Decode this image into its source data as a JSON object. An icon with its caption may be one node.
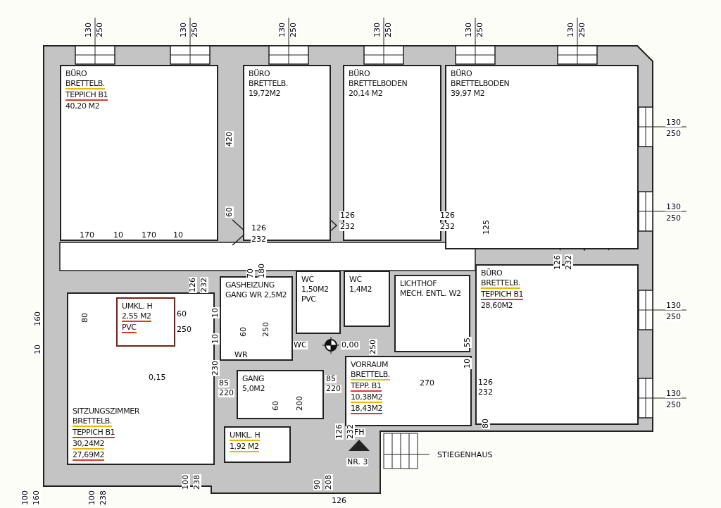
{
  "diagram": {
    "nodes": [
      {
        "text": [
          "BÜRO",
          "BRETTELB.",
          "TEPPICH B1",
          "40,20 M2"
        ]
      },
      {
        "text": [
          "BÜRO",
          "BRETTELB.",
          "19,72M2"
        ]
      },
      {
        "text": [
          "BÜRO",
          "BRETTELBODEN",
          "20,14 M2"
        ]
      },
      {
        "text": [
          "BÜRO",
          "BRETTELBODEN",
          "39,97 M2"
        ]
      },
      {
        "text": [
          "SITZUNGSZIMMER",
          "BRETTELB.",
          "TEPPICH B1",
          "30,24M2",
          "27,69M2"
        ]
      },
      {
        "text": [
          "UMKL. H",
          "2,55 M2",
          "PVC"
        ],
        "in": 4
      },
      {
        "text": [
          "GASHEIZUNG",
          "GANG WR 2,5M2"
        ]
      },
      {
        "text": [
          "WC",
          "1,50M2",
          "PVC"
        ]
      },
      {
        "text": [
          "WC",
          "1,4M2"
        ]
      },
      {
        "text": [
          "LICHTHOF",
          "MECH. ENTL. W2"
        ]
      },
      {
        "text": [
          "GANG",
          "5,0M2"
        ]
      },
      {
        "text": [
          "VORRAUM",
          "BRETTELB.",
          "TEPP. B1",
          "10,38M2",
          "18,43M2"
        ]
      },
      {
        "text": [
          "BÜRO",
          "BRETTELB.",
          "TEPPICH B1",
          "28,60M2"
        ]
      },
      {
        "text": [
          "UMKL. H",
          "1,92 M2"
        ]
      }
    ],
    "labels": [
      "130",
      "250",
      "130",
      "250",
      "130",
      "250",
      "130",
      "250",
      "130",
      "250",
      "130",
      "250",
      "130",
      "250",
      "130",
      "250",
      "130",
      "250",
      "130",
      "250",
      "420",
      "60",
      "170",
      "10",
      "170",
      "10",
      "126",
      "232",
      "126",
      "232",
      "126",
      "232",
      "125",
      "126",
      "232",
      "160",
      "10",
      "80",
      "126",
      "232",
      "10",
      "60",
      "250",
      "10",
      "230",
      "0,15",
      "85",
      "220",
      "70",
      "180",
      "WR",
      "WC",
      "60",
      "250",
      "250",
      "0,00",
      "270",
      "85",
      "220",
      "126",
      "232",
      "60",
      "200",
      "55",
      "10",
      "126",
      "232",
      "80",
      "FH",
      "NR. 3",
      "STIEGENHAUS",
      "100",
      "160",
      "100",
      "238",
      "100",
      "238",
      "90",
      "208",
      "126"
    ]
  }
}
